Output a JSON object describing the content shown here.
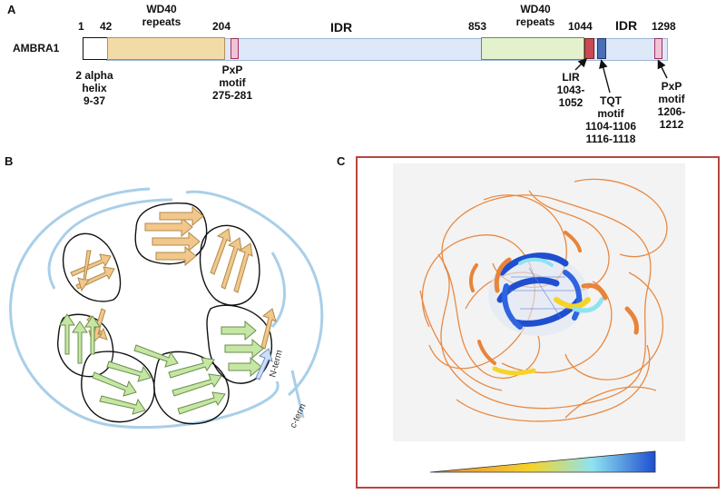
{
  "panels": {
    "a": "A",
    "b": "B",
    "c": "C"
  },
  "protein": {
    "name": "AMBRA1",
    "ticks": [
      "1",
      "42",
      "204",
      "853",
      "1044",
      "1298"
    ],
    "wd40_left": [
      "WD40",
      "repeats"
    ],
    "wd40_right": [
      "WD40",
      "repeats"
    ],
    "idr_labels": [
      "IDR",
      "IDR"
    ],
    "annotations": {
      "alpha": [
        "2 alpha",
        "helix",
        "9-37"
      ],
      "pxp1": [
        "PxP",
        "motif",
        "275-281"
      ],
      "lir": [
        "LIR",
        "1043-",
        "1052"
      ],
      "tqt": [
        "TQT",
        "motif",
        "1104-1106",
        "1116-1118"
      ],
      "pxp2": [
        "PxP",
        "motif",
        "1206-",
        "1212"
      ]
    }
  },
  "topology": {
    "n_term": "N-term",
    "c_term": "c-term"
  },
  "colors": {
    "wd40_left": "#f3dba8",
    "wd40_right": "#e3f2cc",
    "idr": "#dde9f8",
    "lir": "#c94a55",
    "tqt": "#4a6fb8",
    "pxp": "#f2c3d6",
    "strand_orange": "#f2c78c",
    "strand_green": "#c6e6a4",
    "strand_blue": "#cfe0f6",
    "loop_blue": "#a9cfe8",
    "frame_red": "#b8463f",
    "ribbon_orange": "#e8843a"
  },
  "colorbar": {
    "colors": [
      "#e8843a",
      "#f5d42a",
      "#8fe3f0",
      "#1f4fd0"
    ]
  }
}
